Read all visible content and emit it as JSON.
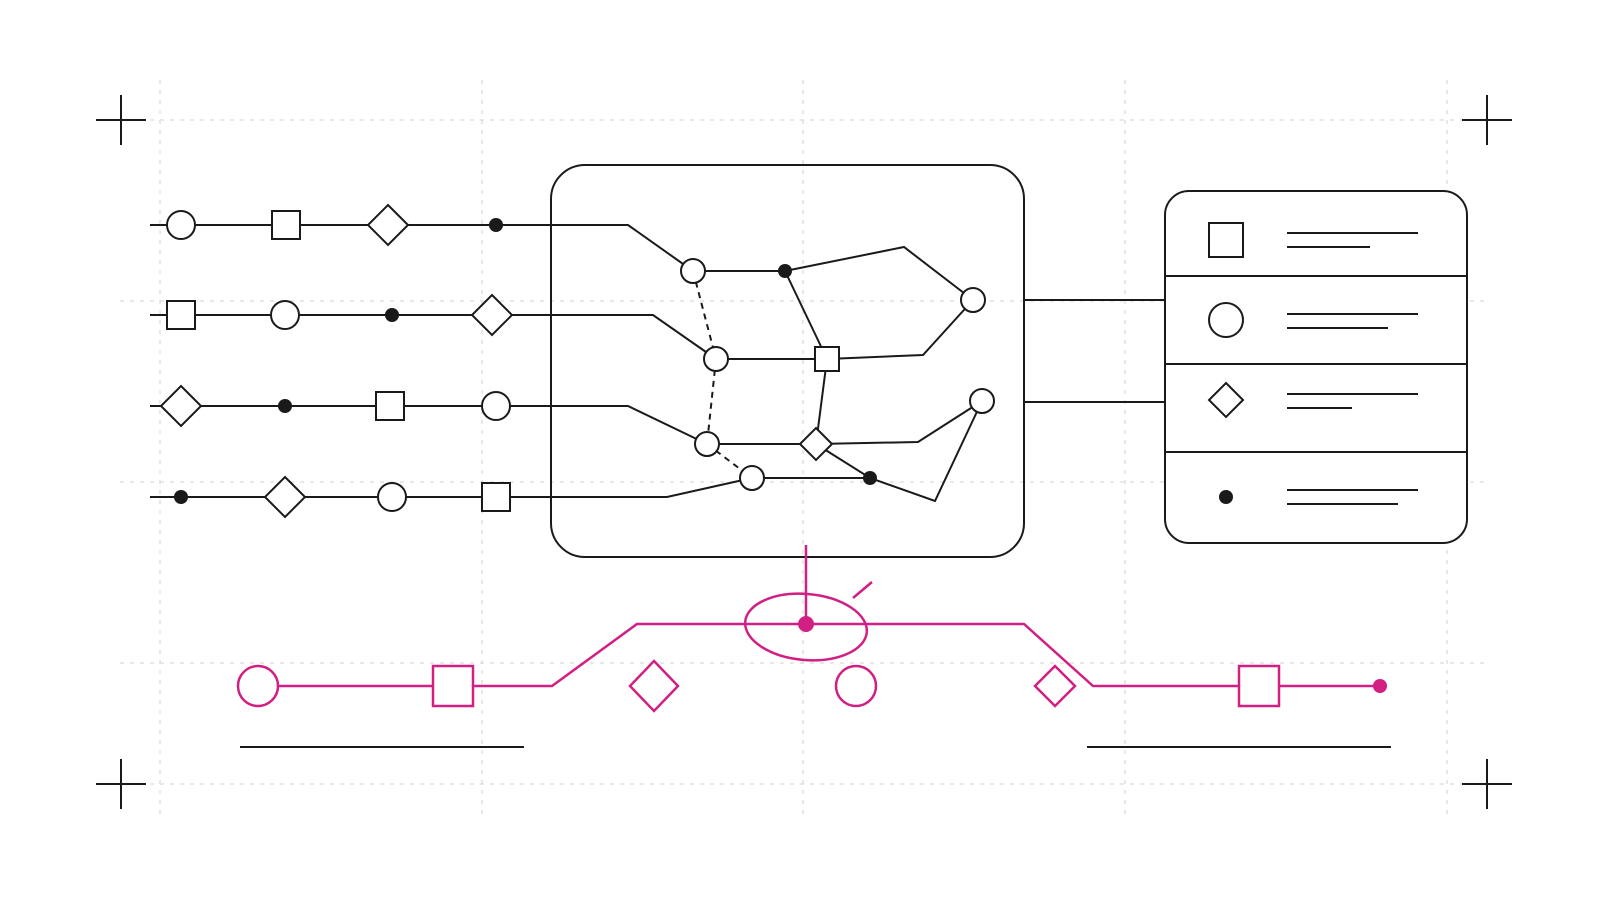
{
  "colors": {
    "background": "#ffffff",
    "ink": "#1a1a1a",
    "accent": "#d11f83",
    "grid": "#d9d9d9"
  },
  "input_lines": [
    [
      "circle",
      "square",
      "diamond",
      "dot"
    ],
    [
      "square",
      "circle",
      "dot",
      "diamond"
    ],
    [
      "diamond",
      "dot",
      "square",
      "circle"
    ],
    [
      "dot",
      "diamond",
      "circle",
      "square"
    ]
  ],
  "legend": {
    "rows": [
      {
        "icon": "square-icon",
        "text_lines": 2
      },
      {
        "icon": "circle-icon",
        "text_lines": 2
      },
      {
        "icon": "diamond-icon",
        "text_lines": 2
      },
      {
        "icon": "dot-icon",
        "text_lines": 2
      }
    ]
  },
  "output_path": {
    "nodes": [
      "circle",
      "square",
      "diamond",
      "dot-highlighted",
      "circle",
      "diamond",
      "square",
      "dot"
    ],
    "highlighted_node": "dot-highlighted"
  },
  "text_placeholders": 2
}
